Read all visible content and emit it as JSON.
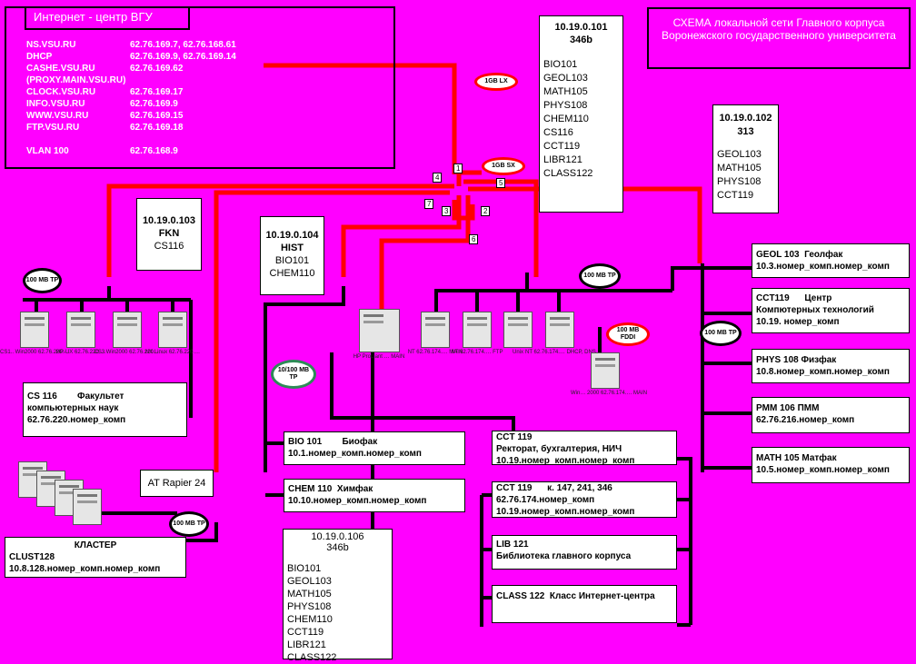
{
  "internet_center": {
    "title": "Интернет - центр  ВГУ",
    "rows": [
      {
        "host": "NS.VSU.RU",
        "ip": "62.76.169.7,  62.76.168.61"
      },
      {
        "host": "DHCP",
        "ip": "62.76.169.9,  62.76.169.14"
      },
      {
        "host": "CASHE.VSU.RU",
        "ip": "62.76.169.62"
      },
      {
        "host": "(PROXY.MAIN.VSU.RU)",
        "ip": ""
      },
      {
        "host": "CLOCK.VSU.RU",
        "ip": "62.76.169.17"
      },
      {
        "host": "INFO.VSU.RU",
        "ip": "62.76.169.9"
      },
      {
        "host": "WWW.VSU.RU",
        "ip": "62.76.169.15"
      },
      {
        "host": "FTP.VSU.RU",
        "ip": "62.76.169.18"
      },
      {
        "host": "",
        "ip": ""
      },
      {
        "host": "VLAN 100",
        "ip": "62.76.168.9"
      }
    ]
  },
  "schema_title": "СХЕМА локальной сети Главного корпуса Воронежского государственного университета",
  "box_101": {
    "ip": "10.19.0.101",
    "room": "346b",
    "items": [
      "BIO101",
      "GEOL103",
      "MATH105",
      "PHYS108",
      "CHEM110",
      "CS116",
      "CCT119",
      "LIBR121",
      "CLASS122"
    ]
  },
  "box_102": {
    "ip": "10.19.0.102",
    "room": "313",
    "items": [
      "GEOL103",
      "MATH105",
      "PHYS108",
      "CCT119"
    ]
  },
  "box_103": {
    "ip": "10.19.0.103",
    "name": "FKN",
    "items": [
      "CS116"
    ]
  },
  "box_104": {
    "ip": "10.19.0.104",
    "name": "HIST",
    "items": [
      "BIO101",
      "CHEM110"
    ]
  },
  "box_106": {
    "ip": "10.19.0.106",
    "room": "346b",
    "items": [
      "BIO101",
      "GEOL103",
      "MATH105",
      "PHYS108",
      "CHEM110",
      "CCT119",
      "LIBR121",
      "CLASS122"
    ]
  },
  "link_labels": [
    "1",
    "2",
    "3",
    "4",
    "5",
    "6",
    "7"
  ],
  "ovals": {
    "gb_lx": "1GB LX",
    "gb_sx": "1GB SX",
    "mb_left": "100 MB TP",
    "mb_mid": "100 MB TP",
    "mb_right": "100 MB TP",
    "fddi": "100 MB FDDI",
    "mb_10_100": "10/100 MB TP",
    "mb_cluster": "100 MB TP"
  },
  "servers_left": [
    {
      "caption": "CS1.. Win2000 62.76.220.…"
    },
    {
      "caption": "HP-UX 62.76.220.…"
    },
    {
      "caption": "CS3 Win2000 62.76.220.…"
    },
    {
      "caption": "NX Linux 62.76.220.…"
    }
  ],
  "servers_mid": [
    {
      "caption": "NT 62.76.174.… MAIN"
    },
    {
      "caption": "NT 62.76.174.… FTP"
    },
    {
      "caption": "Unix"
    },
    {
      "caption": "NT 62.76.174.… DHCP, DNS"
    }
  ],
  "hp_server": {
    "caption": "HP ProLiant … MAIN"
  },
  "fddi_server": {
    "caption": "Win… 2000 62.76.174.… MAIN"
  },
  "dept_cs": {
    "line1": "CS 116        Факультет",
    "line2": "компьютерных наук",
    "line3": "62.76.220.номер_комп"
  },
  "cluster": {
    "line1": "КЛАСТЕР",
    "line2": "CLUST128",
    "line3": "10.8.128.номер_комп.номер_комп"
  },
  "at_rapier": "AT Rapier 24",
  "right_depts": [
    {
      "line1": "GEOL 103  Геолфак",
      "line2": "10.3.номер_комп.номер_комп"
    },
    {
      "line1": "CCT119      Центр",
      "line2": "Компютерных технологий",
      "line3": "10.19. номер_комп"
    },
    {
      "line1": "PHYS 108  Физфак",
      "line2": "10.8.номер_комп.номер_комп"
    },
    {
      "line1": "PMM 106  ПММ",
      "line2": "62.76.216.номер_комп"
    },
    {
      "line1": "MATH 105  Матфак",
      "line2": "10.5.номер_комп.номер_комп"
    }
  ],
  "mid_depts": [
    {
      "line1": "BIO 101        Биофак",
      "line2": "10.1.номер_комп.номер_комп"
    },
    {
      "line1": "CHEM 110  Химфак",
      "line2": "10.10.номер_комп.номер_комп"
    }
  ],
  "lower_depts": [
    {
      "line1": "CCT 119",
      "line2": "Ректорат, бухгалтерия, НИЧ",
      "line3": "10.19.номер_комп.номер_комп"
    },
    {
      "line1": "CCT 119      к. 147, 241, 346",
      "line2": "62.76.174.номер_комп",
      "line3": "10.19.номер_комп.номер_комп"
    },
    {
      "line1": "LIB 121",
      "line2": "Библиотека главного корпуса"
    },
    {
      "line1": "CLASS 122  Класс Интернет-центра"
    }
  ]
}
